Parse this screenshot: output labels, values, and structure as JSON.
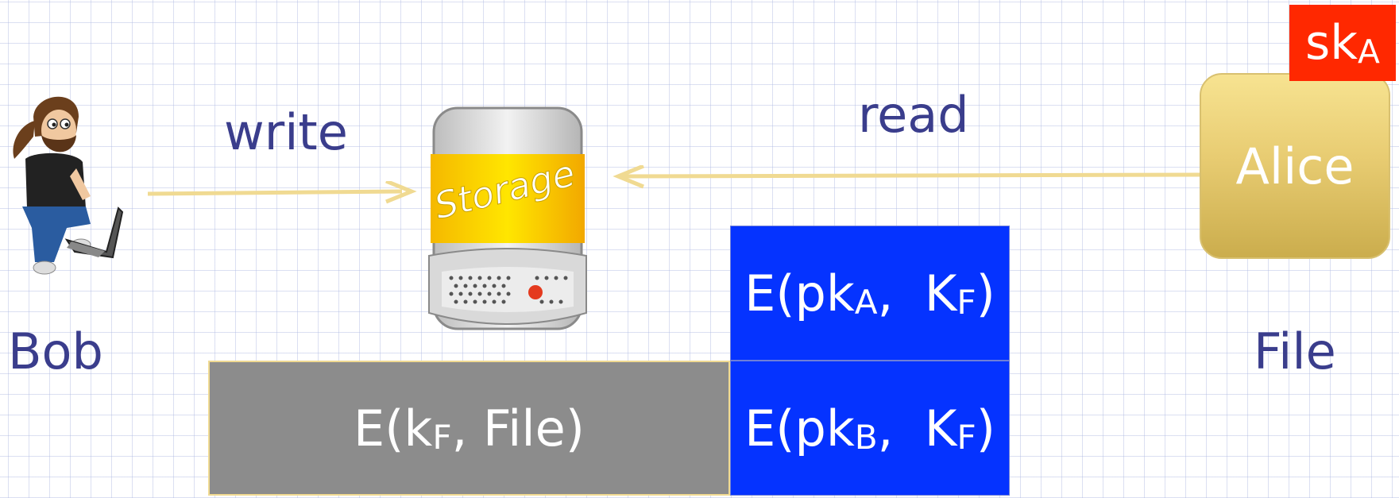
{
  "colors": {
    "label": "#3a3d8c",
    "arrow": "#f0da92",
    "ciphertext_file_bg": "#8c8c8c",
    "ciphertext_key_bg": "#0533ff",
    "secret_key_bg": "#ff2800",
    "storage_band": "#ffe500"
  },
  "icons": {
    "bob": "person-with-laptop-icon",
    "storage": "storage-drive-icon"
  },
  "bob": {
    "name": "Bob"
  },
  "write": {
    "label": "write"
  },
  "read": {
    "label": "read"
  },
  "storage": {
    "label": "Storage"
  },
  "alice": {
    "name": "Alice"
  },
  "secret_key": {
    "main": "sk",
    "sub": "A"
  },
  "file_label": "File",
  "ciphertexts": {
    "file": {
      "prefix": "E(k",
      "sub": "F",
      "suffix": ", File)"
    },
    "key_alice": {
      "prefix": "E(pk",
      "sub1": "A",
      "mid": ",  K",
      "sub2": "F",
      "suffix": ")"
    },
    "key_bob": {
      "prefix": "E(pk",
      "sub1": "B",
      "mid": ",  K",
      "sub2": "F",
      "suffix": ")"
    }
  }
}
